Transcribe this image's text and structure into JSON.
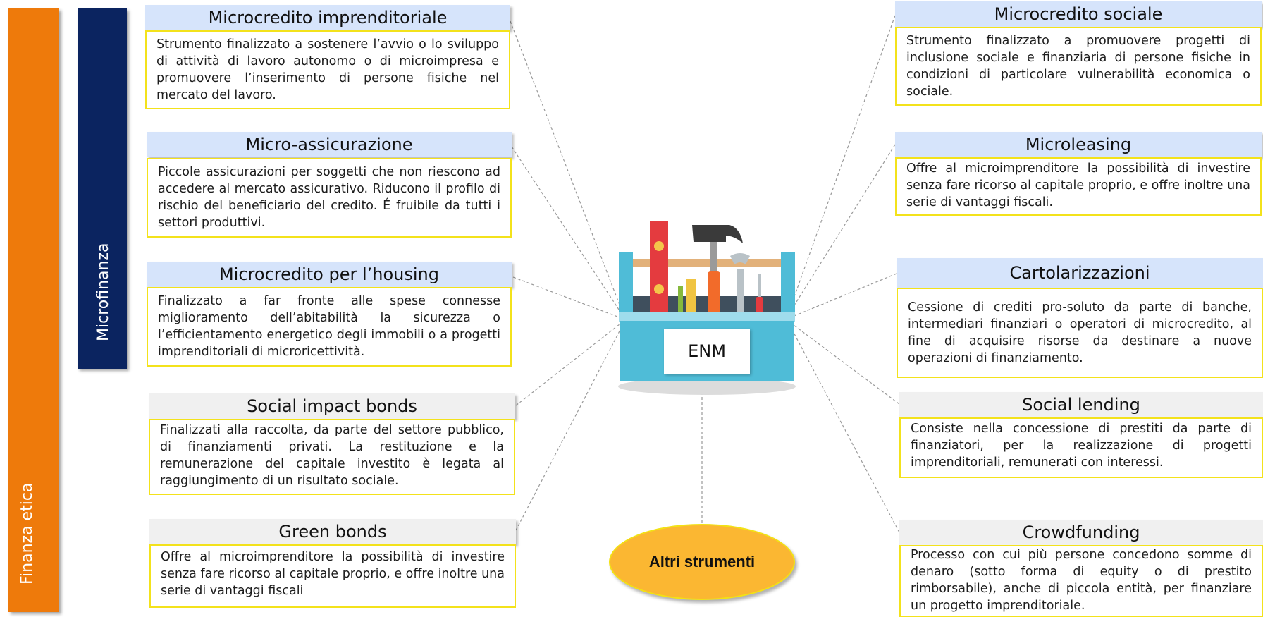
{
  "sidebar": {
    "outer_label": "Finanza etica",
    "inner_label": "Microfinanza"
  },
  "center": {
    "label": "ENM",
    "other_tools": "Altri strumenti"
  },
  "left_cards": [
    {
      "title": "Microcredito imprenditoriale",
      "text": "Strumento finalizzato a sostenere l’avvio o lo sviluppo di attività di lavoro autonomo o di microimpresa e promuovere l’inserimento di persone fisiche nel mercato del lavoro."
    },
    {
      "title": "Micro-assicurazione",
      "text": "Piccole assicurazioni per soggetti che non riescono ad accedere al mercato assicurativo. Riducono il profilo di rischio del beneficiario del credito. É fruibile da tutti i settori produttivi."
    },
    {
      "title": "Microcredito per l’housing",
      "text": "Finalizzato a far fronte alle spese connesse miglioramento dell’abitabilità la sicurezza o l’efficientamento energetico degli immobili o a progetti imprenditoriali di microricettività."
    },
    {
      "title": "Social impact bonds",
      "text": "Finalizzati alla raccolta, da parte del settore pubblico, di finanziamenti privati. La restituzione e la remunerazione del capitale investito è legata al raggiungimento di un risultato sociale."
    },
    {
      "title": "Green bonds",
      "text": "Offre al microimprenditore la possibilità di investire senza fare ricorso al capitale proprio, e offre inoltre una serie di vantaggi fiscali"
    }
  ],
  "right_cards": [
    {
      "title": "Microcredito sociale",
      "text": "Strumento finalizzato a promuovere progetti di inclusione sociale e finanziaria di persone fisiche in condizioni di particolare vulnerabilità economica o sociale."
    },
    {
      "title": "Microleasing",
      "text": "Offre al microimprenditore la possibilità di investire senza fare ricorso al capitale proprio, e offre inoltre una serie di vantaggi fiscali."
    },
    {
      "title": "Cartolarizzazioni",
      "text": "Cessione di crediti pro-soluto da parte di banche, intermediari finanziari o operatori di microcredito, al fine di acquisire risorse da destinare a nuove operazioni di finanziamento."
    },
    {
      "title": "Social lending",
      "text": "Consiste nella concessione di prestiti da parte di finanziatori, per la realizzazione di progetti imprenditoriali, remunerati con interessi."
    },
    {
      "title": "Crowdfunding",
      "text": "Processo con cui più persone concedono somme di denaro (sotto forma di equity o di prestito rimborsabile), anche di piccola entità, per finanziare un progetto imprenditoriale."
    }
  ],
  "colors": {
    "outer_bar": "#ee7a0b",
    "inner_bar": "#0b2460",
    "blue_header": "#d6e4fb",
    "grey_header": "#f0f0f0",
    "card_border": "#f3e21b",
    "altri_fill": "#fbb732"
  }
}
